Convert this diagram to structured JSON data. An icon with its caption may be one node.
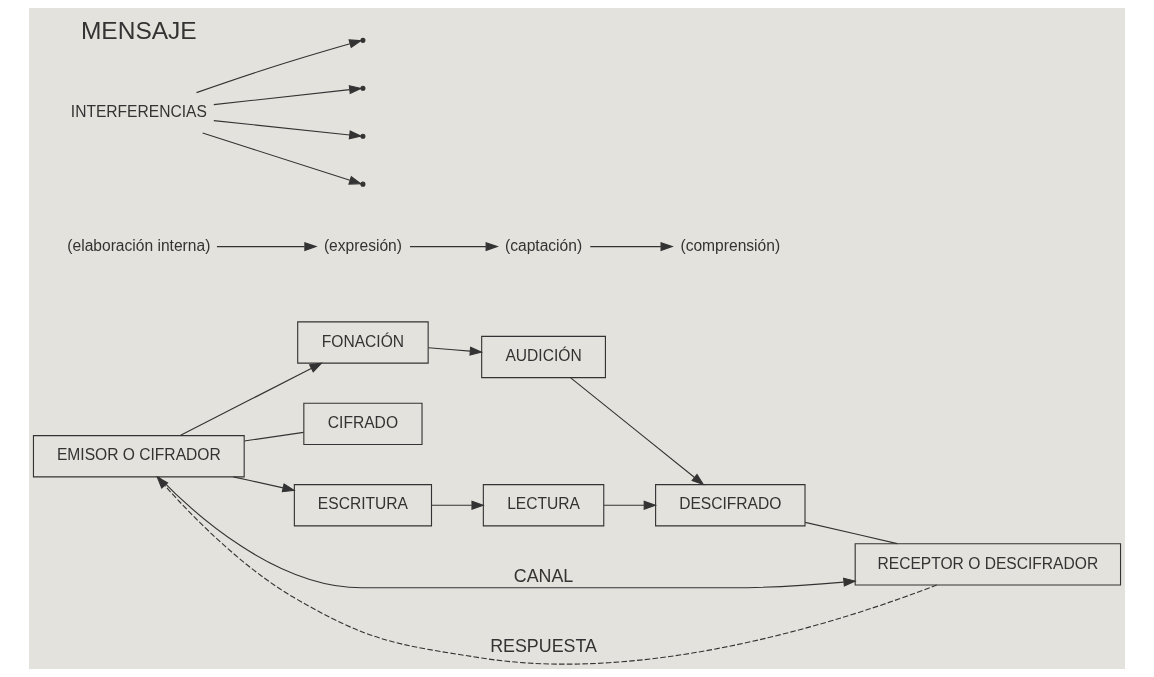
{
  "diagram": {
    "nodes": [
      {
        "text": [
          "EMISOR O CIFRADOR"
        ]
      },
      {
        "text": [
          "FONACIÓN"
        ]
      },
      {
        "text": [
          "CIFRADO"
        ]
      },
      {
        "text": [
          "ESCRITURA"
        ]
      },
      {
        "text": [
          "AUDICIÓN"
        ]
      },
      {
        "text": [
          "DESCIFRADO"
        ]
      },
      {
        "text": [
          "LECTURA"
        ]
      },
      {
        "text": [
          "RECEPTOR O DESCIFRADOR"
        ]
      },
      {
        "text": [
          "(elaboración interna)"
        ]
      },
      {
        "text": [
          "(expresión)"
        ]
      },
      {
        "text": [
          "(captación)"
        ]
      },
      {
        "text": [
          "(comprensión)"
        ]
      },
      {
        "text": [
          "INTERFERENCIAS"
        ]
      }
    ],
    "edges": [
      {
        "from": 0,
        "to": 7,
        "arrow": "to",
        "label": "CANAL"
      },
      {
        "from": 0,
        "to": 2,
        "arrow": "none"
      },
      {
        "from": 0,
        "to": 1,
        "arrow": "to"
      },
      {
        "from": 0,
        "to": 3,
        "arrow": "to"
      },
      {
        "from": 1,
        "to": 4,
        "arrow": "to"
      },
      {
        "from": 3,
        "to": 6,
        "arrow": "to"
      },
      {
        "from": 4,
        "to": 5,
        "arrow": "to"
      },
      {
        "from": 6,
        "to": 5,
        "arrow": "to"
      },
      {
        "from": 5,
        "to": 7,
        "arrow": "none"
      },
      {
        "from": 8,
        "to": 9,
        "arrow": "to"
      },
      {
        "from": 9,
        "to": 10,
        "arrow": "to"
      },
      {
        "from": 10,
        "to": 11,
        "arrow": "to"
      },
      {
        "from": 7,
        "to": 0,
        "arrow": "to",
        "label": "RESPUESTA",
        "style": "dashed"
      },
      {
        "from": 12,
        "to": null,
        "arrow": "to"
      },
      {
        "from": 12,
        "to": null,
        "arrow": "to"
      },
      {
        "from": 12,
        "to": null,
        "arrow": "to"
      },
      {
        "from": 12,
        "to": null,
        "arrow": "to"
      }
    ],
    "labels": [
      "MENSAJE"
    ]
  }
}
